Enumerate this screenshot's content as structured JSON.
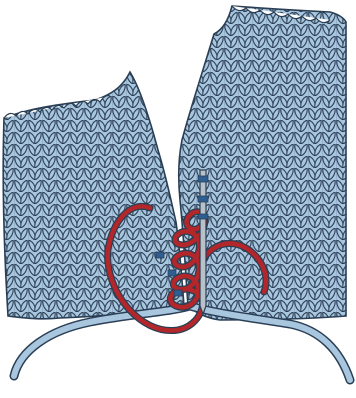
{
  "illustration": {
    "subject": "knitting-seam-illustration",
    "colors": {
      "background": "#ffffff",
      "knit_fill": "#a9c6df",
      "knit_outline": "#2a3f55",
      "knit_shadow": "#7f9fbd",
      "yarn_red": "#b3262a",
      "needle": "#b9c1c8",
      "needle_band": "#2f5f92"
    },
    "pieces": [
      {
        "name": "left-knitted-panel"
      },
      {
        "name": "right-knitted-panel"
      }
    ],
    "tools": [
      {
        "name": "tapestry-needle"
      },
      {
        "name": "red-seaming-yarn"
      }
    ]
  }
}
